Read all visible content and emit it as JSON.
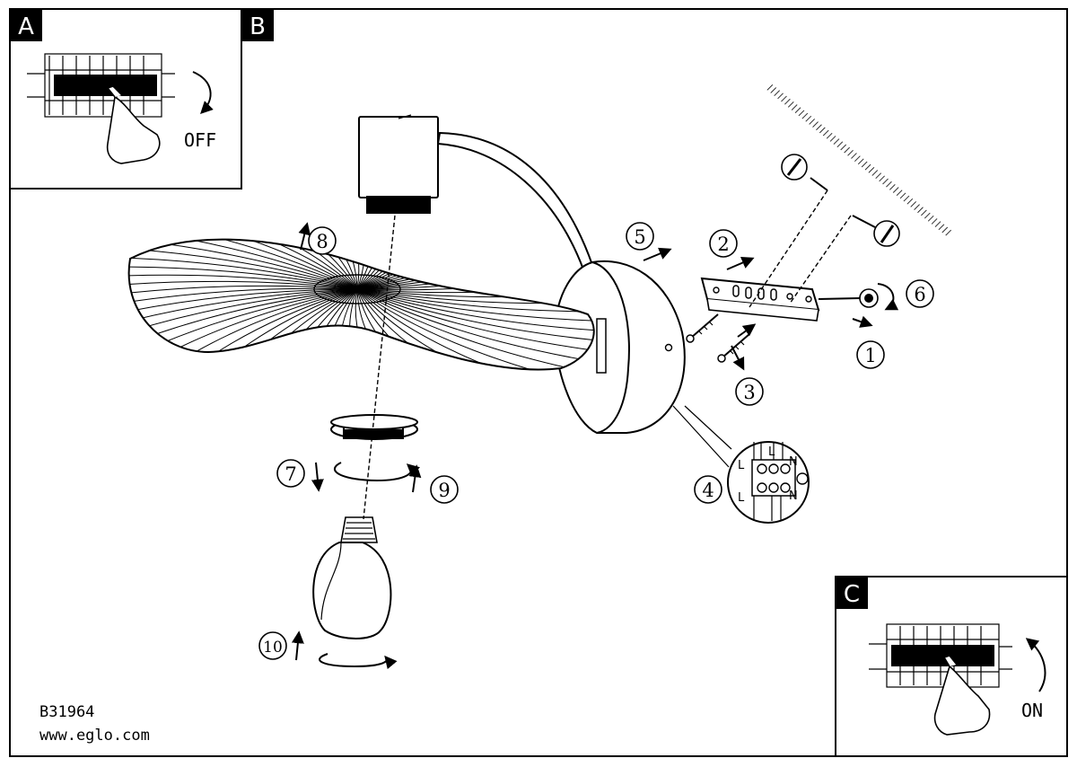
{
  "panels": {
    "a": {
      "tag": "A",
      "caption": "OFF"
    },
    "b": {
      "tag": "B"
    },
    "c": {
      "tag": "C",
      "caption": "ON"
    }
  },
  "steps": [
    "1",
    "2",
    "3",
    "4",
    "5",
    "6",
    "7",
    "8",
    "9",
    "10"
  ],
  "terminal": {
    "live": "L",
    "neutral": "N"
  },
  "footer": {
    "model": "B31964",
    "website": "www.eglo.com"
  }
}
